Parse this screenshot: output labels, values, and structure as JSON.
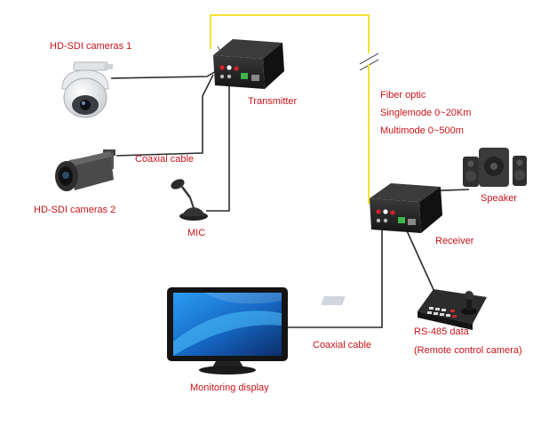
{
  "devices": {
    "camera1": {
      "label": "HD-SDI cameras 1",
      "icon": "ptz-dome-camera"
    },
    "camera2": {
      "label": "HD-SDI cameras 2",
      "icon": "bullet-camera"
    },
    "mic": {
      "label": "MIC",
      "icon": "microphone"
    },
    "transmitter": {
      "label": "Transmitter",
      "icon": "fiber-transmitter"
    },
    "receiver": {
      "label": "Receiver",
      "icon": "fiber-receiver"
    },
    "speaker": {
      "label": "Speaker",
      "icon": "speaker"
    },
    "keyboard": {
      "label_line1": "RS-485 data",
      "label_line2": "(Remote control camera)",
      "icon": "ptz-control-keyboard"
    },
    "monitor": {
      "label": "Monitoring display",
      "icon": "monitor"
    }
  },
  "links": {
    "coax_top": "Coaxial cable",
    "coax_bottom": "Coaxial cable",
    "fiber": {
      "title": "Fiber optic",
      "singlemode": "Singlemode 0~20Km",
      "multimode": "Multimode 0~500m"
    }
  },
  "colors": {
    "label": "#c8141a",
    "fiber": "#f2e230",
    "cable": "#2b2b2b",
    "device_body": "#1d1d1d"
  }
}
